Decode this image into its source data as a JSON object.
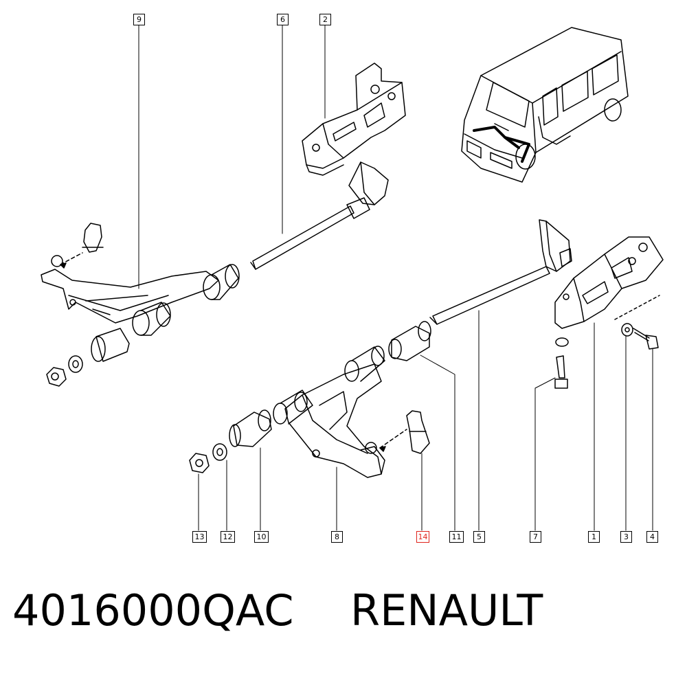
{
  "callouts": {
    "c1": "1",
    "c2": "2",
    "c3": "3",
    "c4": "4",
    "c5": "5",
    "c6": "6",
    "c7": "7",
    "c8": "8",
    "c9": "9",
    "c10": "10",
    "c11": "11",
    "c12": "12",
    "c13": "13",
    "c14": "14"
  },
  "caption": {
    "part_number": "4016000QAC",
    "brand": "RENAULT"
  },
  "colors": {
    "line": "#000000",
    "highlight": "#e0231b",
    "background": "#ffffff"
  }
}
